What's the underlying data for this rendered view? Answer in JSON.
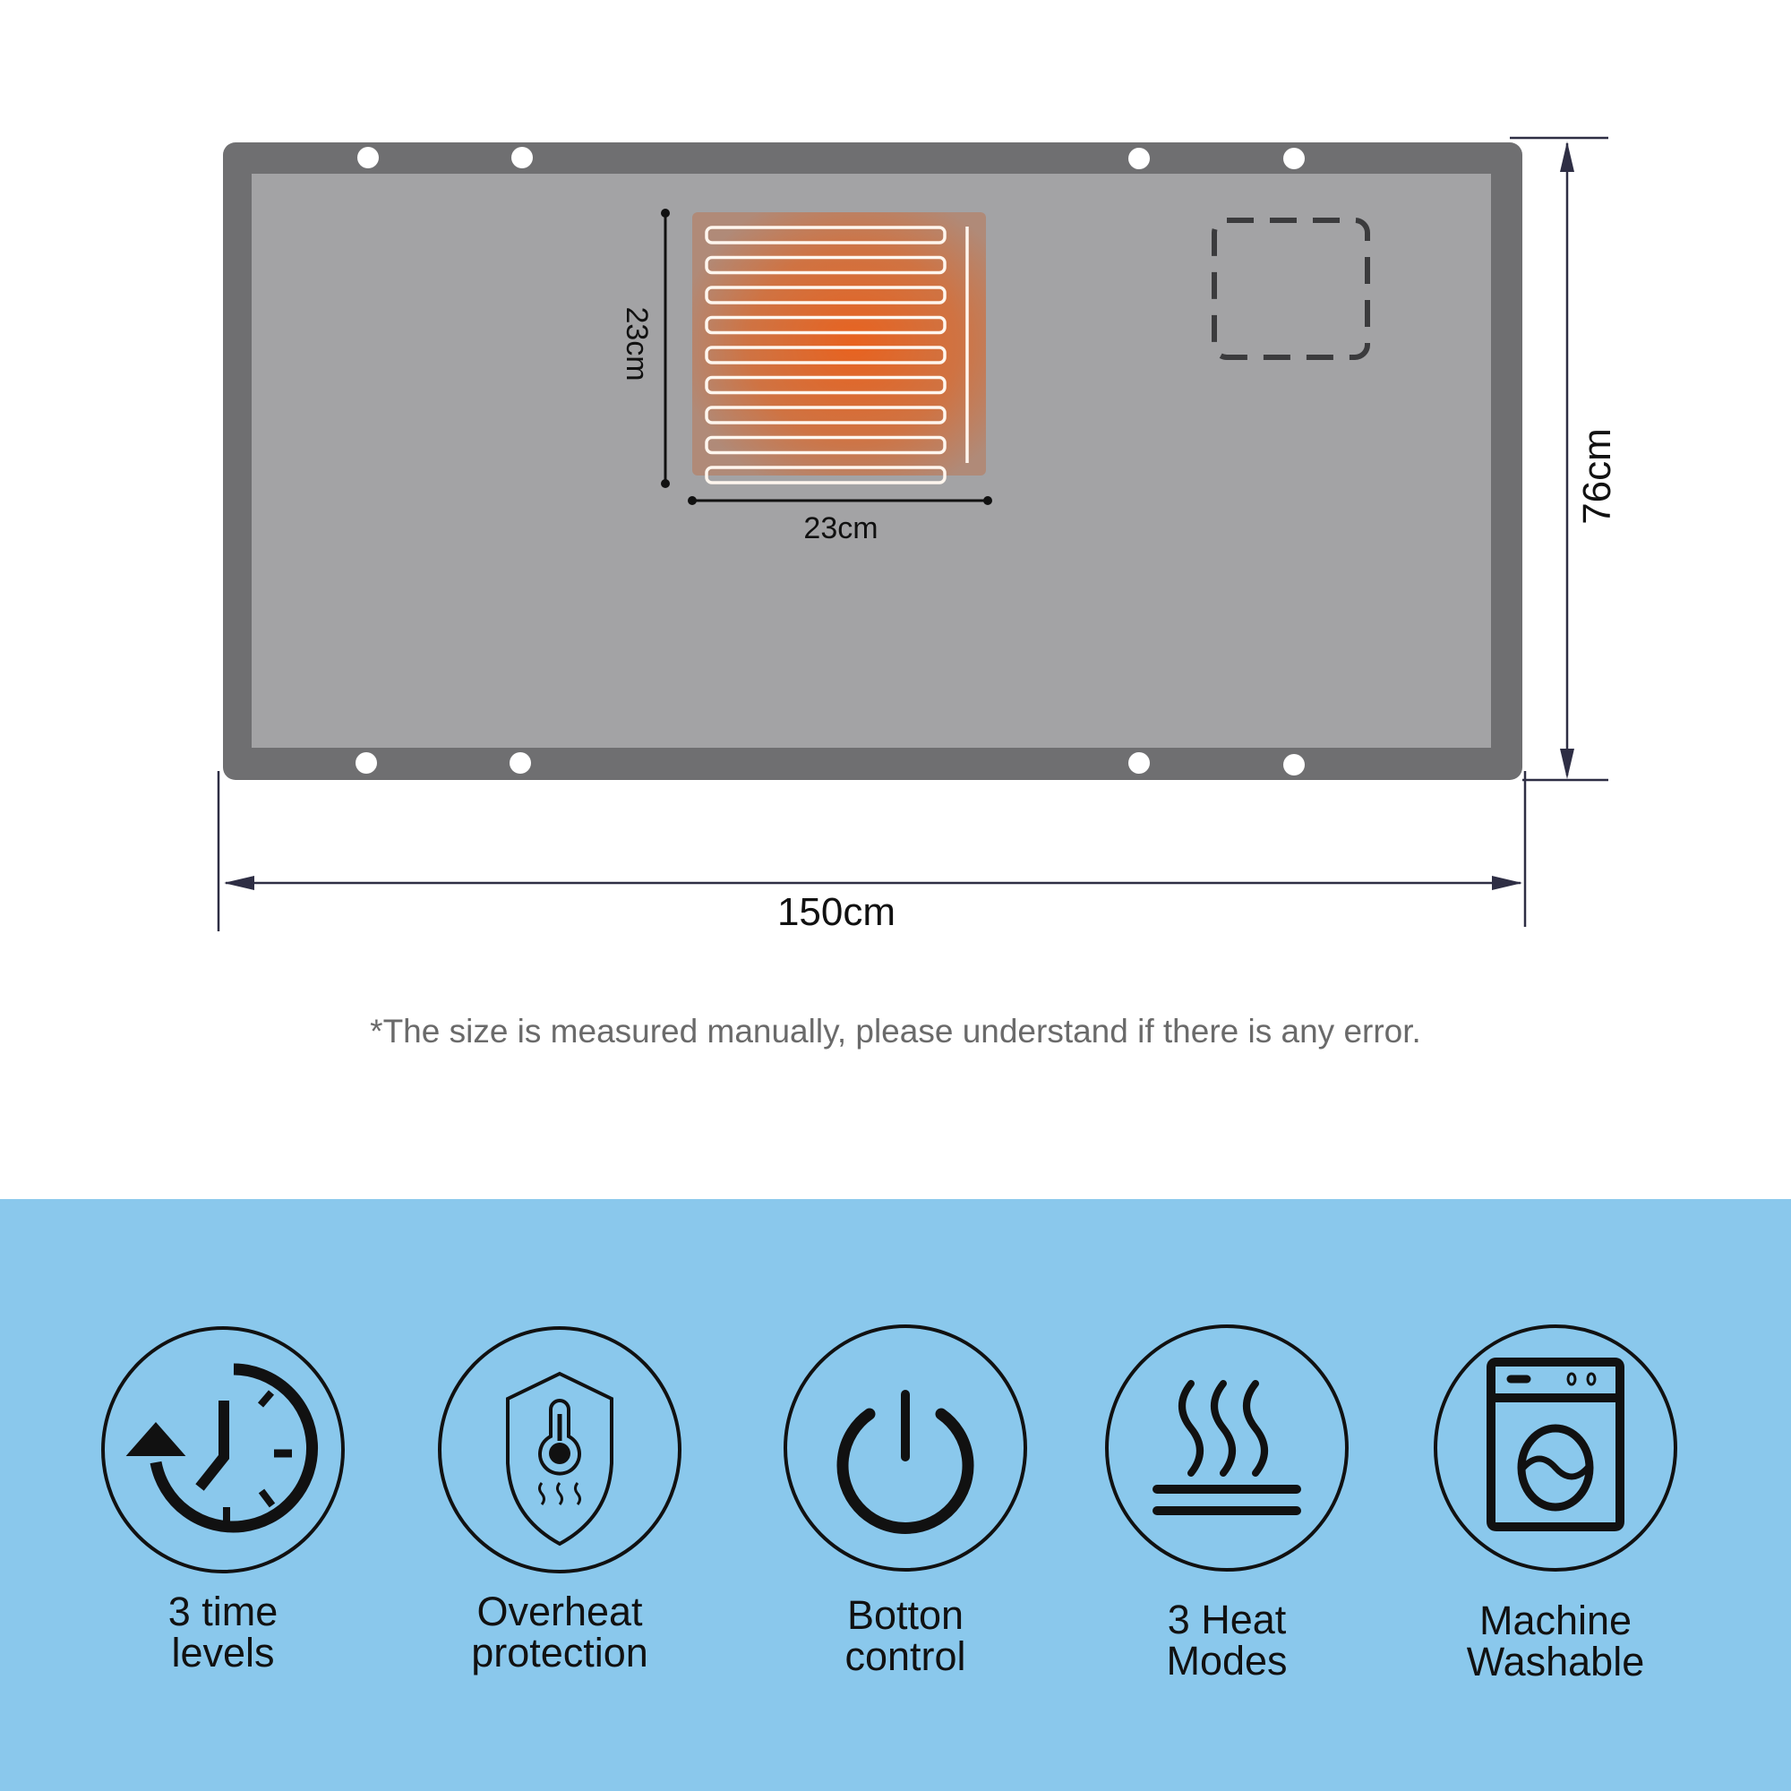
{
  "colors": {
    "background": "#ffffff",
    "mat_border": "#6f6f71",
    "mat_inner": "#a3a3a5",
    "heater": "#e0642a",
    "band": "#8ac8ec",
    "ink": "#111111"
  },
  "dimensions": {
    "heater_height": "23cm",
    "heater_width": "23cm",
    "mat_height": "76cm",
    "mat_width": "150cm"
  },
  "note": "*The size is measured manually, please understand if there is any error.",
  "features": [
    {
      "icon": "clock-timer-icon",
      "line1": "3 time",
      "line2": "levels"
    },
    {
      "icon": "shield-thermometer-icon",
      "line1": "Overheat",
      "line2": "protection"
    },
    {
      "icon": "power-icon",
      "line1": "Botton",
      "line2": "control"
    },
    {
      "icon": "heat-waves-icon",
      "line1": "3 Heat",
      "line2": "Modes"
    },
    {
      "icon": "washing-machine-icon",
      "line1": "Machine",
      "line2": "Washable"
    }
  ]
}
